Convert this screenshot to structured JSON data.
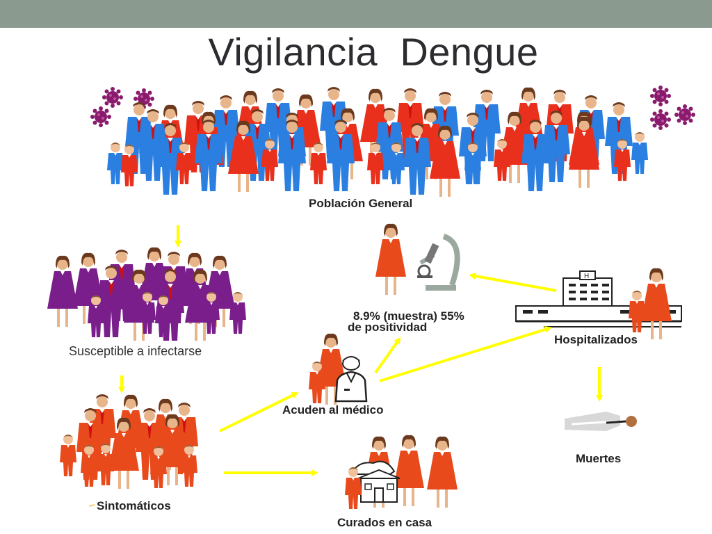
{
  "title": "Vigilancia  Dengue",
  "labels": {
    "poblacion": "Población General",
    "susceptible": "Susceptible a infectarse",
    "sintomaticos": "Sintomáticos",
    "acuden": "Acuden al médico",
    "muestra_line1": "8.9% (muestra) 55%",
    "muestra_line2": "de positividad",
    "hospitalizados": "Hospitalizados",
    "muertes": "Muertes",
    "curados": "Curados en casa"
  },
  "colors": {
    "topbar": "#8a9a8e",
    "arrow": "#ffff00",
    "blue_group": "#2a7fe0",
    "red_group": "#e8301c",
    "purple_group": "#7a1e8c",
    "orange_group": "#e84a1c",
    "virus": "#8a1a6c"
  }
}
